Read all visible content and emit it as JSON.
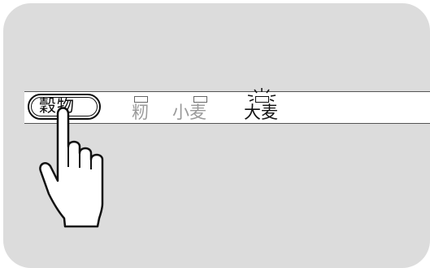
{
  "main_button": {
    "label": "穀物"
  },
  "options": [
    {
      "label": "籾",
      "state": "off"
    },
    {
      "label": "小麦",
      "state": "off"
    },
    {
      "label": "大麦",
      "state": "lit"
    }
  ],
  "colors": {
    "panel": "#dcdcdc",
    "inactive_text": "#9a9a9a",
    "active_text": "#111111"
  },
  "icons": {
    "hand": "pointing-hand-icon",
    "indicator_lit": "lit-indicator-icon"
  }
}
